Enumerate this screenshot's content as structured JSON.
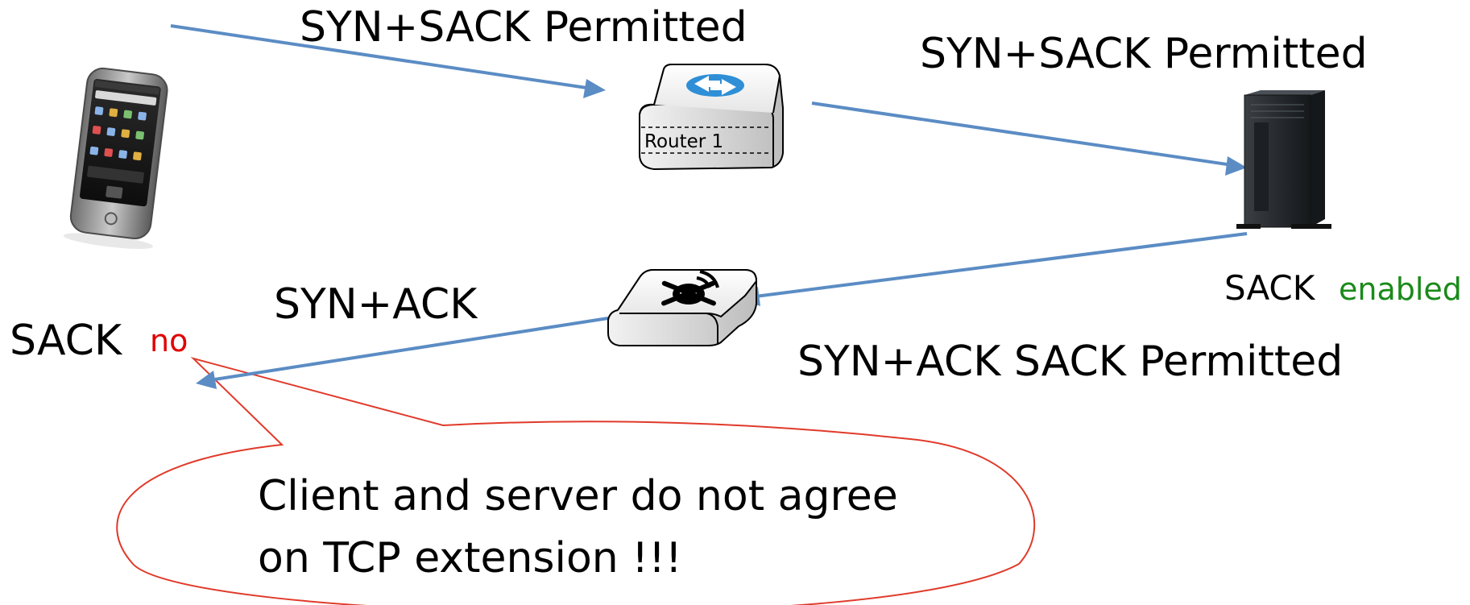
{
  "labels": {
    "client_to_router": "SYN+SACK Permitted",
    "router_to_server": "SYN+SACK Permitted",
    "server_to_middlebox": "SYN+ACK SACK Permitted",
    "middlebox_to_client": "SYN+ACK"
  },
  "client": {
    "sack_label": "SACK",
    "sack_status": "no"
  },
  "server": {
    "sack_label": "SACK",
    "sack_status": "enabled"
  },
  "router": {
    "label": "Router 1"
  },
  "callout": {
    "line1": "Client and server do not agree",
    "line2": "on TCP extension !!!"
  },
  "colors": {
    "arrow": "#5b8cc4",
    "status_no": "#e00000",
    "status_enabled": "#1a8a1a",
    "callout_border": "#e03a2a",
    "text": "#000000"
  }
}
